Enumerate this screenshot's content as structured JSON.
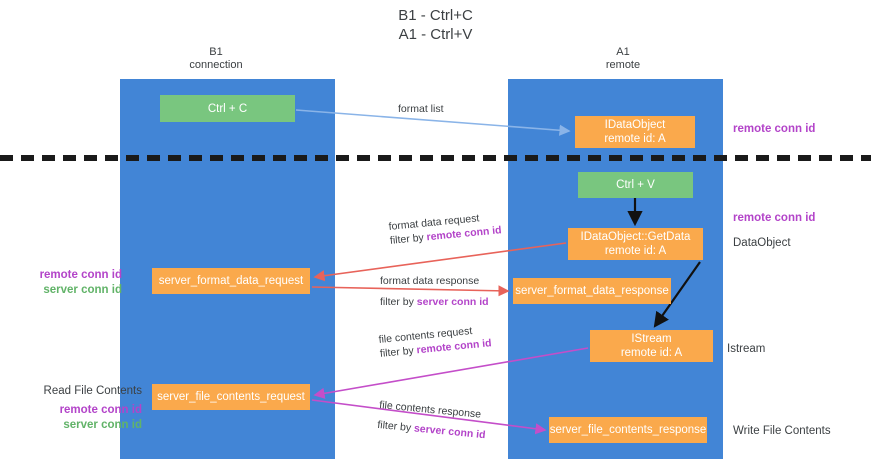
{
  "title": {
    "line1": "B1 - Ctrl+C",
    "line2": "A1 - Ctrl+V"
  },
  "columns": {
    "left": {
      "name": "B1",
      "role": "connection"
    },
    "right": {
      "name": "A1",
      "role": "remote"
    }
  },
  "nodes": {
    "ctrl_c": {
      "label": "Ctrl + C",
      "color": "#79c67f"
    },
    "idataobject": {
      "line1": "IDataObject",
      "line2": "remote id: A",
      "color": "#faa94c"
    },
    "ctrl_v": {
      "label": "Ctrl + V",
      "color": "#79c67f"
    },
    "getdata": {
      "line1": "IDataObject::GetData",
      "line2": "remote id: A",
      "color": "#faa94c"
    },
    "server_format_data_request": {
      "label": "server_format_data_request",
      "color": "#faa94c"
    },
    "server_format_data_response": {
      "label": "server_format_data_response",
      "color": "#faa94c"
    },
    "istream": {
      "line1": "IStream",
      "line2": "remote id: A",
      "color": "#faa94c"
    },
    "server_file_contents_request": {
      "label": "server_file_contents_request",
      "color": "#faa94c"
    },
    "server_file_contents_response": {
      "label": "server_file_contents_response",
      "color": "#faa94c"
    }
  },
  "flows": {
    "format_list": {
      "label": "format list"
    },
    "format_data_request": {
      "label": "format data request",
      "filter_prefix": "filter by ",
      "filter_key": "remote conn id"
    },
    "format_data_response": {
      "label": "format data response",
      "filter_prefix": "filter by ",
      "filter_key": "server conn id"
    },
    "file_contents_request": {
      "label": "file contents request",
      "filter_prefix": "filter by ",
      "filter_key": "remote conn id"
    },
    "file_contents_response": {
      "label": "file contents response",
      "filter_prefix": "filter by ",
      "filter_key": "server conn id"
    }
  },
  "side_labels": {
    "remote_conn_id_top": "remote conn id",
    "remote_conn_id_mid": "remote conn id",
    "dataobject": "DataObject",
    "istream": "Istream",
    "write_file_contents": "Write File Contents",
    "read_file_contents": "Read File Contents",
    "remote_conn_id_left_mid": "remote conn id",
    "server_conn_id_left_mid": "server conn id",
    "remote_conn_id_left_bot": "remote conn id",
    "server_conn_id_left_bot": "server conn id"
  },
  "colors": {
    "lane": "#4285d6",
    "green_node": "#79c67f",
    "orange_node": "#faa94c",
    "purple_text": "#b344c9",
    "green_text": "#61b368",
    "red_arrow": "#e8635a",
    "magenta_arrow": "#c councillor",
    "blue_arrow": "#8ab4e8",
    "black_arrow": "#1a1a1a",
    "divider": "#1a1a1a",
    "background": "#ffffff"
  }
}
